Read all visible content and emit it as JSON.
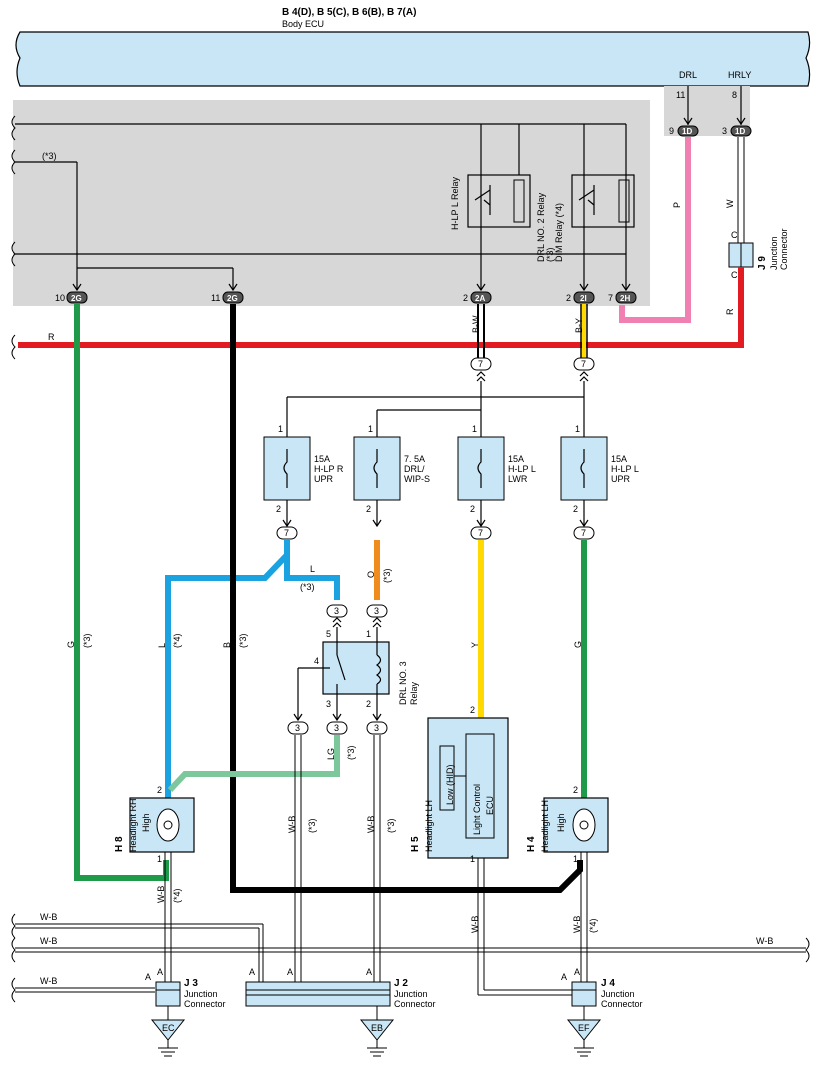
{
  "header": {
    "title": "B 4(D), B 5(C), B 6(B), B 7(A)",
    "subtitle": "Body ECU"
  },
  "ecu_outputs": {
    "drl_label": "DRL",
    "hrly_label": "HRLY",
    "pin_drl": "11",
    "pin_hrly": "8",
    "pin_1d_a": "9",
    "pin_1d_b": "3",
    "conn_1d": "1D"
  },
  "relays": {
    "hlp_relay": "H-LP L Relay",
    "drl2_relay_l1": "DRL NO. 2 Relay",
    "drl2_relay_l2": "(*3)",
    "drl2_relay_l3": "DIM Relay (*4)",
    "drl3_relay_l1": "DRL NO. 3",
    "drl3_relay_l2": "Relay"
  },
  "notes": {
    "star3": "(*3)",
    "star4": "(*4)"
  },
  "connectors": {
    "c2G": "2G",
    "c2A": "2A",
    "c2I": "2I",
    "c2H": "2H",
    "c7": "7",
    "c3": "3",
    "c1D": "1D",
    "pin10": "10",
    "pin11": "11",
    "pin2": "2",
    "pin7": "7",
    "pin1": "1",
    "pin3": "3",
    "pin4": "4",
    "pin5": "5"
  },
  "wires": {
    "R": "R",
    "G": "G",
    "B": "B",
    "L": "L",
    "O": "O",
    "Y": "Y",
    "P": "P",
    "W": "W",
    "C": "C",
    "BW": "B-W",
    "BY": "B-Y",
    "LG": "LG",
    "WB": "W-B",
    "A": "A"
  },
  "fuses": [
    {
      "amp": "15A",
      "name1": "H-LP R",
      "name2": "UPR"
    },
    {
      "amp": "7. 5A",
      "name1": "DRL/",
      "name2": "WIP-S"
    },
    {
      "amp": "15A",
      "name1": "H-LP L",
      "name2": "LWR"
    },
    {
      "amp": "15A",
      "name1": "H-LP L",
      "name2": "UPR"
    }
  ],
  "components": {
    "j9_code": "J 9",
    "j9_name1": "Junction",
    "j9_name2": "Connector",
    "h8_code": "H 8",
    "h8_name": "Headlight RH",
    "h5_code": "H 5",
    "h5_name": "Headlight LH",
    "h4_code": "H 4",
    "h4_name": "Headlight LH",
    "high": "High",
    "low_hid": "Low (HID)",
    "lce1": "Light Control",
    "lce2": "ECU",
    "j3_code": "J 3",
    "j2_code": "J 2",
    "j4_code": "J 4",
    "junction": "Junction",
    "connector": "Connector"
  },
  "grounds": {
    "ec": "EC",
    "eb": "EB",
    "ef": "EF"
  },
  "colors": {
    "ecu_fill": "#c8e6f5",
    "gray_area": "#d7d7d7",
    "red": "#e21b22",
    "green": "#1e9a48",
    "black": "#000000",
    "blue": "#1aa3e0",
    "orange": "#f08b1d",
    "yellow": "#ffd900",
    "pink": "#f07fb2",
    "lightgreen": "#7cc79b",
    "fuse_fill": "#c8e6f5"
  }
}
